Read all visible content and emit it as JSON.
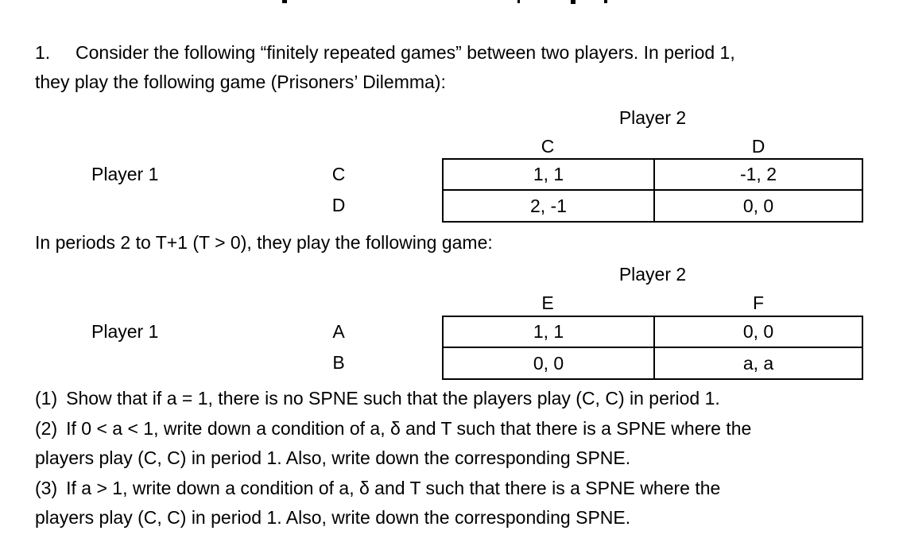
{
  "page": {
    "intro_marker": "1.",
    "intro_line1": "Consider the following “finitely repeated games” between two players. In period 1,",
    "intro_line2": "they play the following game (Prisoners’ Dilemma):",
    "between_text": "In periods 2 to T+1 (T > 0), they play the following game:",
    "questions": [
      {
        "marker": "(1)",
        "text": "Show that if a = 1, there is no SPNE such that the players play (C, C) in period 1."
      },
      {
        "marker": "(2)",
        "text": "If 0 < a < 1, write down a condition of a, δ and T such that there is a SPNE where the"
      },
      {
        "marker": "",
        "text": "players play (C, C) in period 1. Also, write down the corresponding SPNE."
      },
      {
        "marker": "(3)",
        "text": "If a > 1, write down a condition of a, δ and T such that there is a SPNE where the"
      },
      {
        "marker": "",
        "text": "players play (C, C) in period 1. Also, write down the corresponding SPNE."
      }
    ]
  },
  "game1": {
    "col_player": "Player 2",
    "row_player": "Player 1",
    "col_labels": [
      "C",
      "D"
    ],
    "row_labels": [
      "C",
      "D"
    ],
    "payoffs": [
      [
        "1, 1",
        "-1, 2"
      ],
      [
        "2, -1",
        "0, 0"
      ]
    ]
  },
  "game2": {
    "col_player": "Player 2",
    "row_player": "Player 1",
    "col_labels": [
      "E",
      "F"
    ],
    "row_labels": [
      "A",
      "B"
    ],
    "payoffs": [
      [
        "1, 1",
        "0, 0"
      ],
      [
        "0, 0",
        "a, a"
      ]
    ]
  },
  "colors": {
    "text": "#000000",
    "background": "#ffffff",
    "table_border": "#000000"
  }
}
